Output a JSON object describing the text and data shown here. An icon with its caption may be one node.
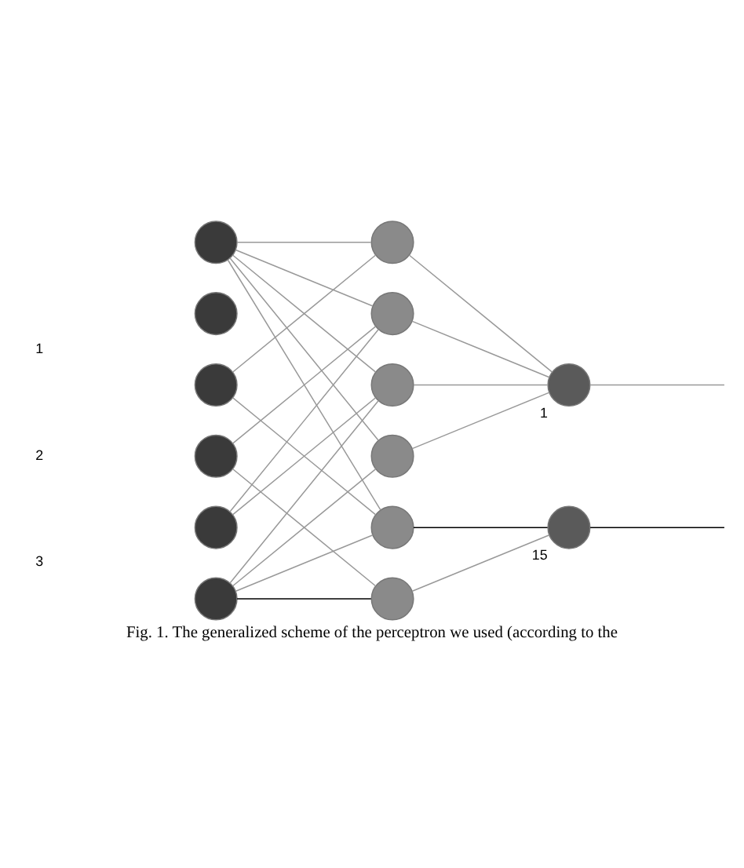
{
  "diagram": {
    "caption": "Fig. 1. The generalized scheme of the perceptron we used (according to the",
    "nodes": [
      {
        "text": [],
        "shape": "circle"
      },
      {
        "text": [],
        "shape": "circle"
      },
      {
        "text": [],
        "shape": "circle"
      },
      {
        "text": [],
        "shape": "circle"
      },
      {
        "text": [],
        "shape": "circle"
      },
      {
        "text": [],
        "shape": "circle"
      },
      {
        "text": [],
        "shape": "circle"
      },
      {
        "text": [],
        "shape": "circle"
      },
      {
        "text": [],
        "shape": "circle"
      },
      {
        "text": [],
        "shape": "circle"
      },
      {
        "text": [],
        "shape": "circle"
      },
      {
        "text": [],
        "shape": "circle"
      },
      {
        "text": [],
        "shape": "circle",
        "beside": [
          "1"
        ]
      },
      {
        "text": [],
        "shape": "circle",
        "beside": [
          "15"
        ]
      }
    ],
    "edges": [
      {
        "from": 0,
        "to": 6,
        "arrow": "none"
      },
      {
        "from": 0,
        "to": 7,
        "arrow": "none"
      },
      {
        "from": 0,
        "to": 8,
        "arrow": "none"
      },
      {
        "from": 0,
        "to": 9,
        "arrow": "none"
      },
      {
        "from": 0,
        "to": 10,
        "arrow": "none"
      },
      {
        "from": 2,
        "to": 6,
        "arrow": "none"
      },
      {
        "from": 2,
        "to": 10,
        "arrow": "none"
      },
      {
        "from": 3,
        "to": 7,
        "arrow": "none"
      },
      {
        "from": 3,
        "to": 11,
        "arrow": "none"
      },
      {
        "from": 4,
        "to": 7,
        "arrow": "none"
      },
      {
        "from": 4,
        "to": 8,
        "arrow": "none"
      },
      {
        "from": 5,
        "to": 8,
        "arrow": "none"
      },
      {
        "from": 5,
        "to": 9,
        "arrow": "none"
      },
      {
        "from": 5,
        "to": 10,
        "arrow": "none"
      },
      {
        "from": 5,
        "to": 11,
        "arrow": "none",
        "color": "#000000"
      },
      {
        "from": 6,
        "to": 12,
        "arrow": "none"
      },
      {
        "from": 7,
        "to": 12,
        "arrow": "none"
      },
      {
        "from": 8,
        "to": 12,
        "arrow": "none"
      },
      {
        "from": 9,
        "to": 12,
        "arrow": "none"
      },
      {
        "from": 10,
        "to": 13,
        "arrow": "none",
        "color": "#000000"
      },
      {
        "from": 11,
        "to": 13,
        "arrow": "none"
      },
      {
        "from": 12,
        "to": null,
        "arrow": "none"
      },
      {
        "from": 13,
        "to": null,
        "arrow": "none",
        "color": "#000000"
      }
    ],
    "labels": [
      "1",
      "2",
      "3"
    ]
  }
}
